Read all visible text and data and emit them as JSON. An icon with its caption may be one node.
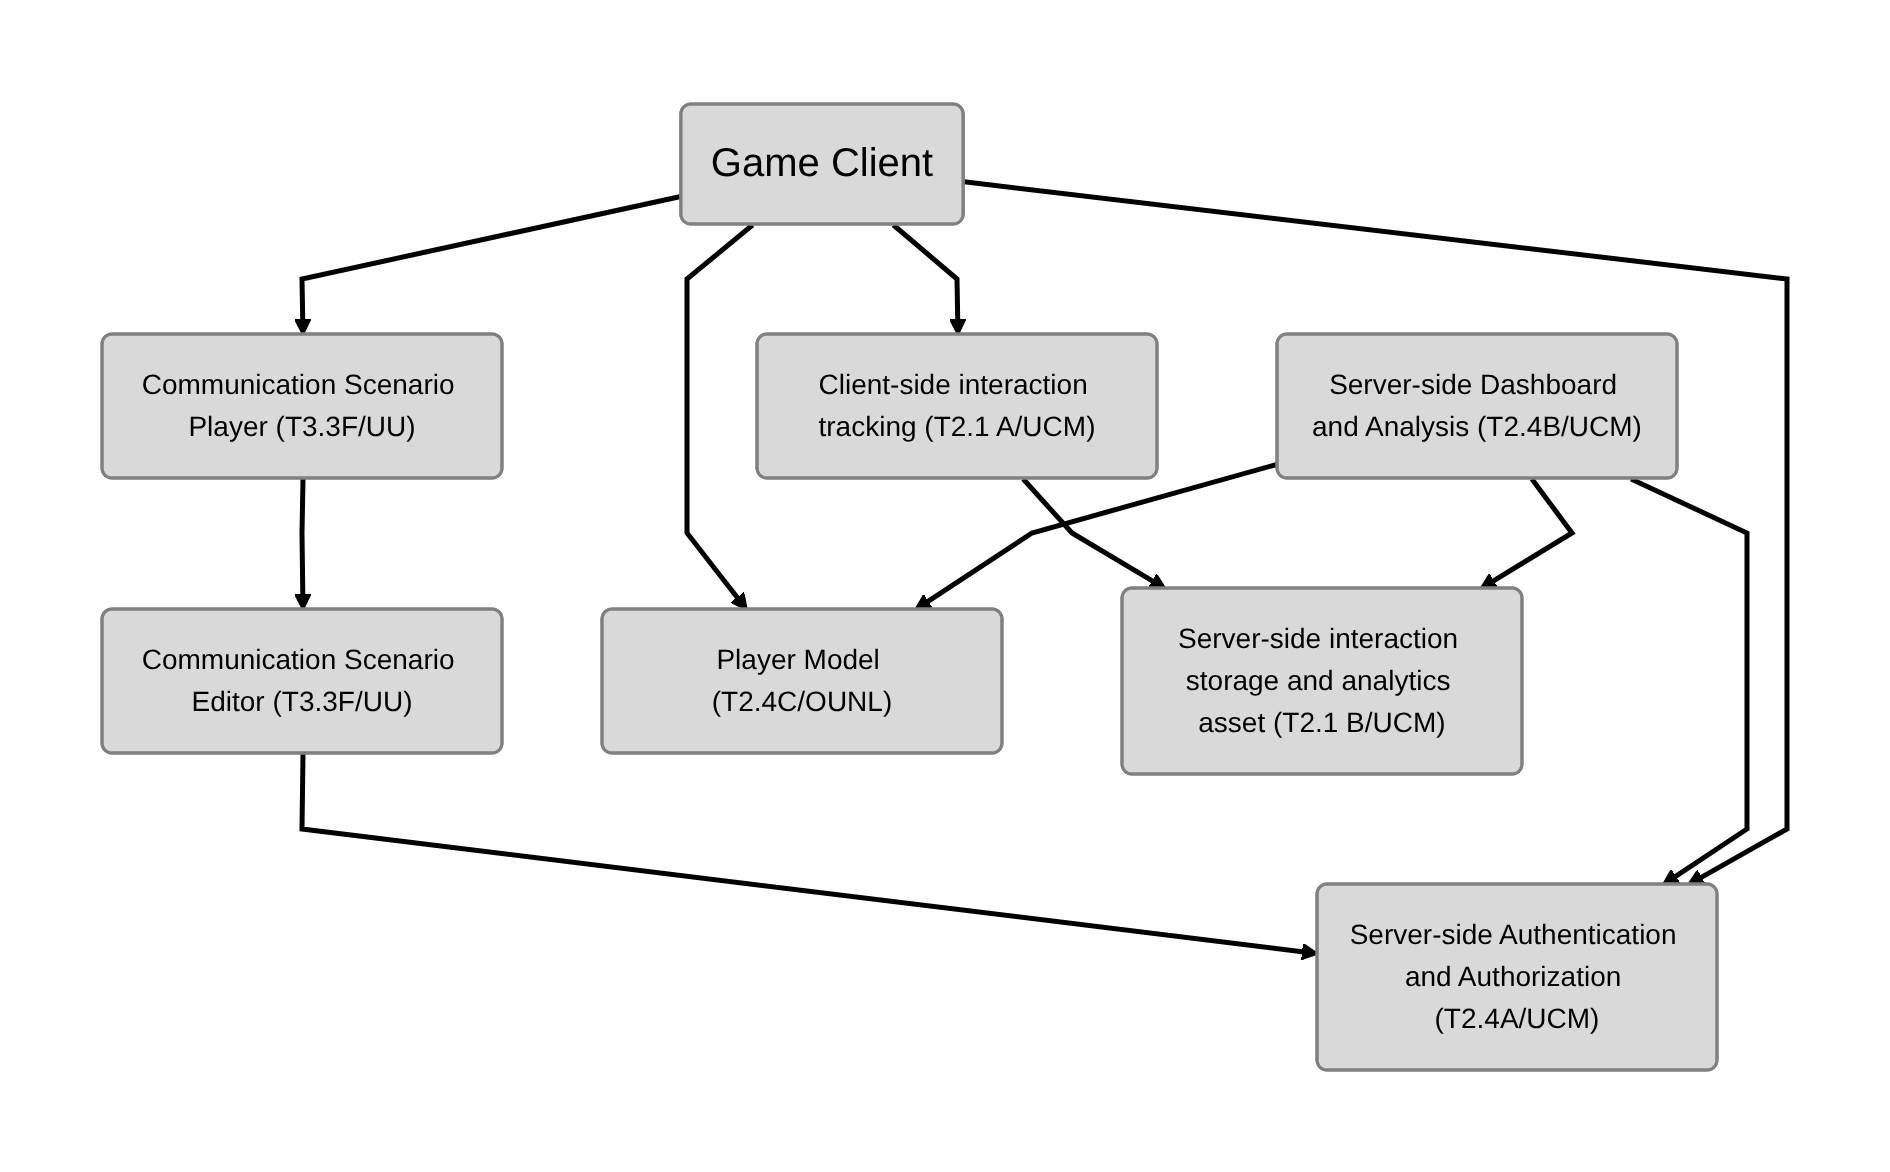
{
  "diagram": {
    "nodes": [
      {
        "text": [
          "Communication Scenario Editor (T3.3F/UU)"
        ]
      },
      {
        "text": [
          "Server-side Authentication and Authorization (T2.4A/UCM)"
        ]
      },
      {
        "text": [
          "Server-side Dashboard and Analysis (T2.4B/UCM)"
        ]
      },
      {
        "text": [
          "Communication Scenario Player (T3.3F/UU)"
        ]
      },
      {
        "text": [
          "Game Client"
        ]
      },
      {
        "text": [
          "Player Model (T2.4C/OUNL)"
        ]
      },
      {
        "text": [
          "Client-side interaction tracking (T2.1 A/UCM)"
        ]
      },
      {
        "text": [
          "Server-side interaction storage and analytics asset (T2.1 B/UCM)"
        ]
      }
    ],
    "edges": [
      {
        "from": 0,
        "to": 1,
        "arrow": "to"
      },
      {
        "from": 2,
        "to": 1,
        "arrow": "to"
      },
      {
        "from": 3,
        "to": 0,
        "arrow": "to"
      },
      {
        "from": 4,
        "to": 1,
        "arrow": "to"
      },
      {
        "from": 4,
        "to": 3,
        "arrow": "to"
      },
      {
        "from": 4,
        "to": 5,
        "arrow": "to"
      },
      {
        "from": 2,
        "to": 5,
        "arrow": "to"
      },
      {
        "from": 4,
        "to": 6,
        "arrow": "to"
      },
      {
        "from": 6,
        "to": 7,
        "arrow": "to"
      },
      {
        "from": 2,
        "to": 7,
        "arrow": "to"
      }
    ]
  }
}
